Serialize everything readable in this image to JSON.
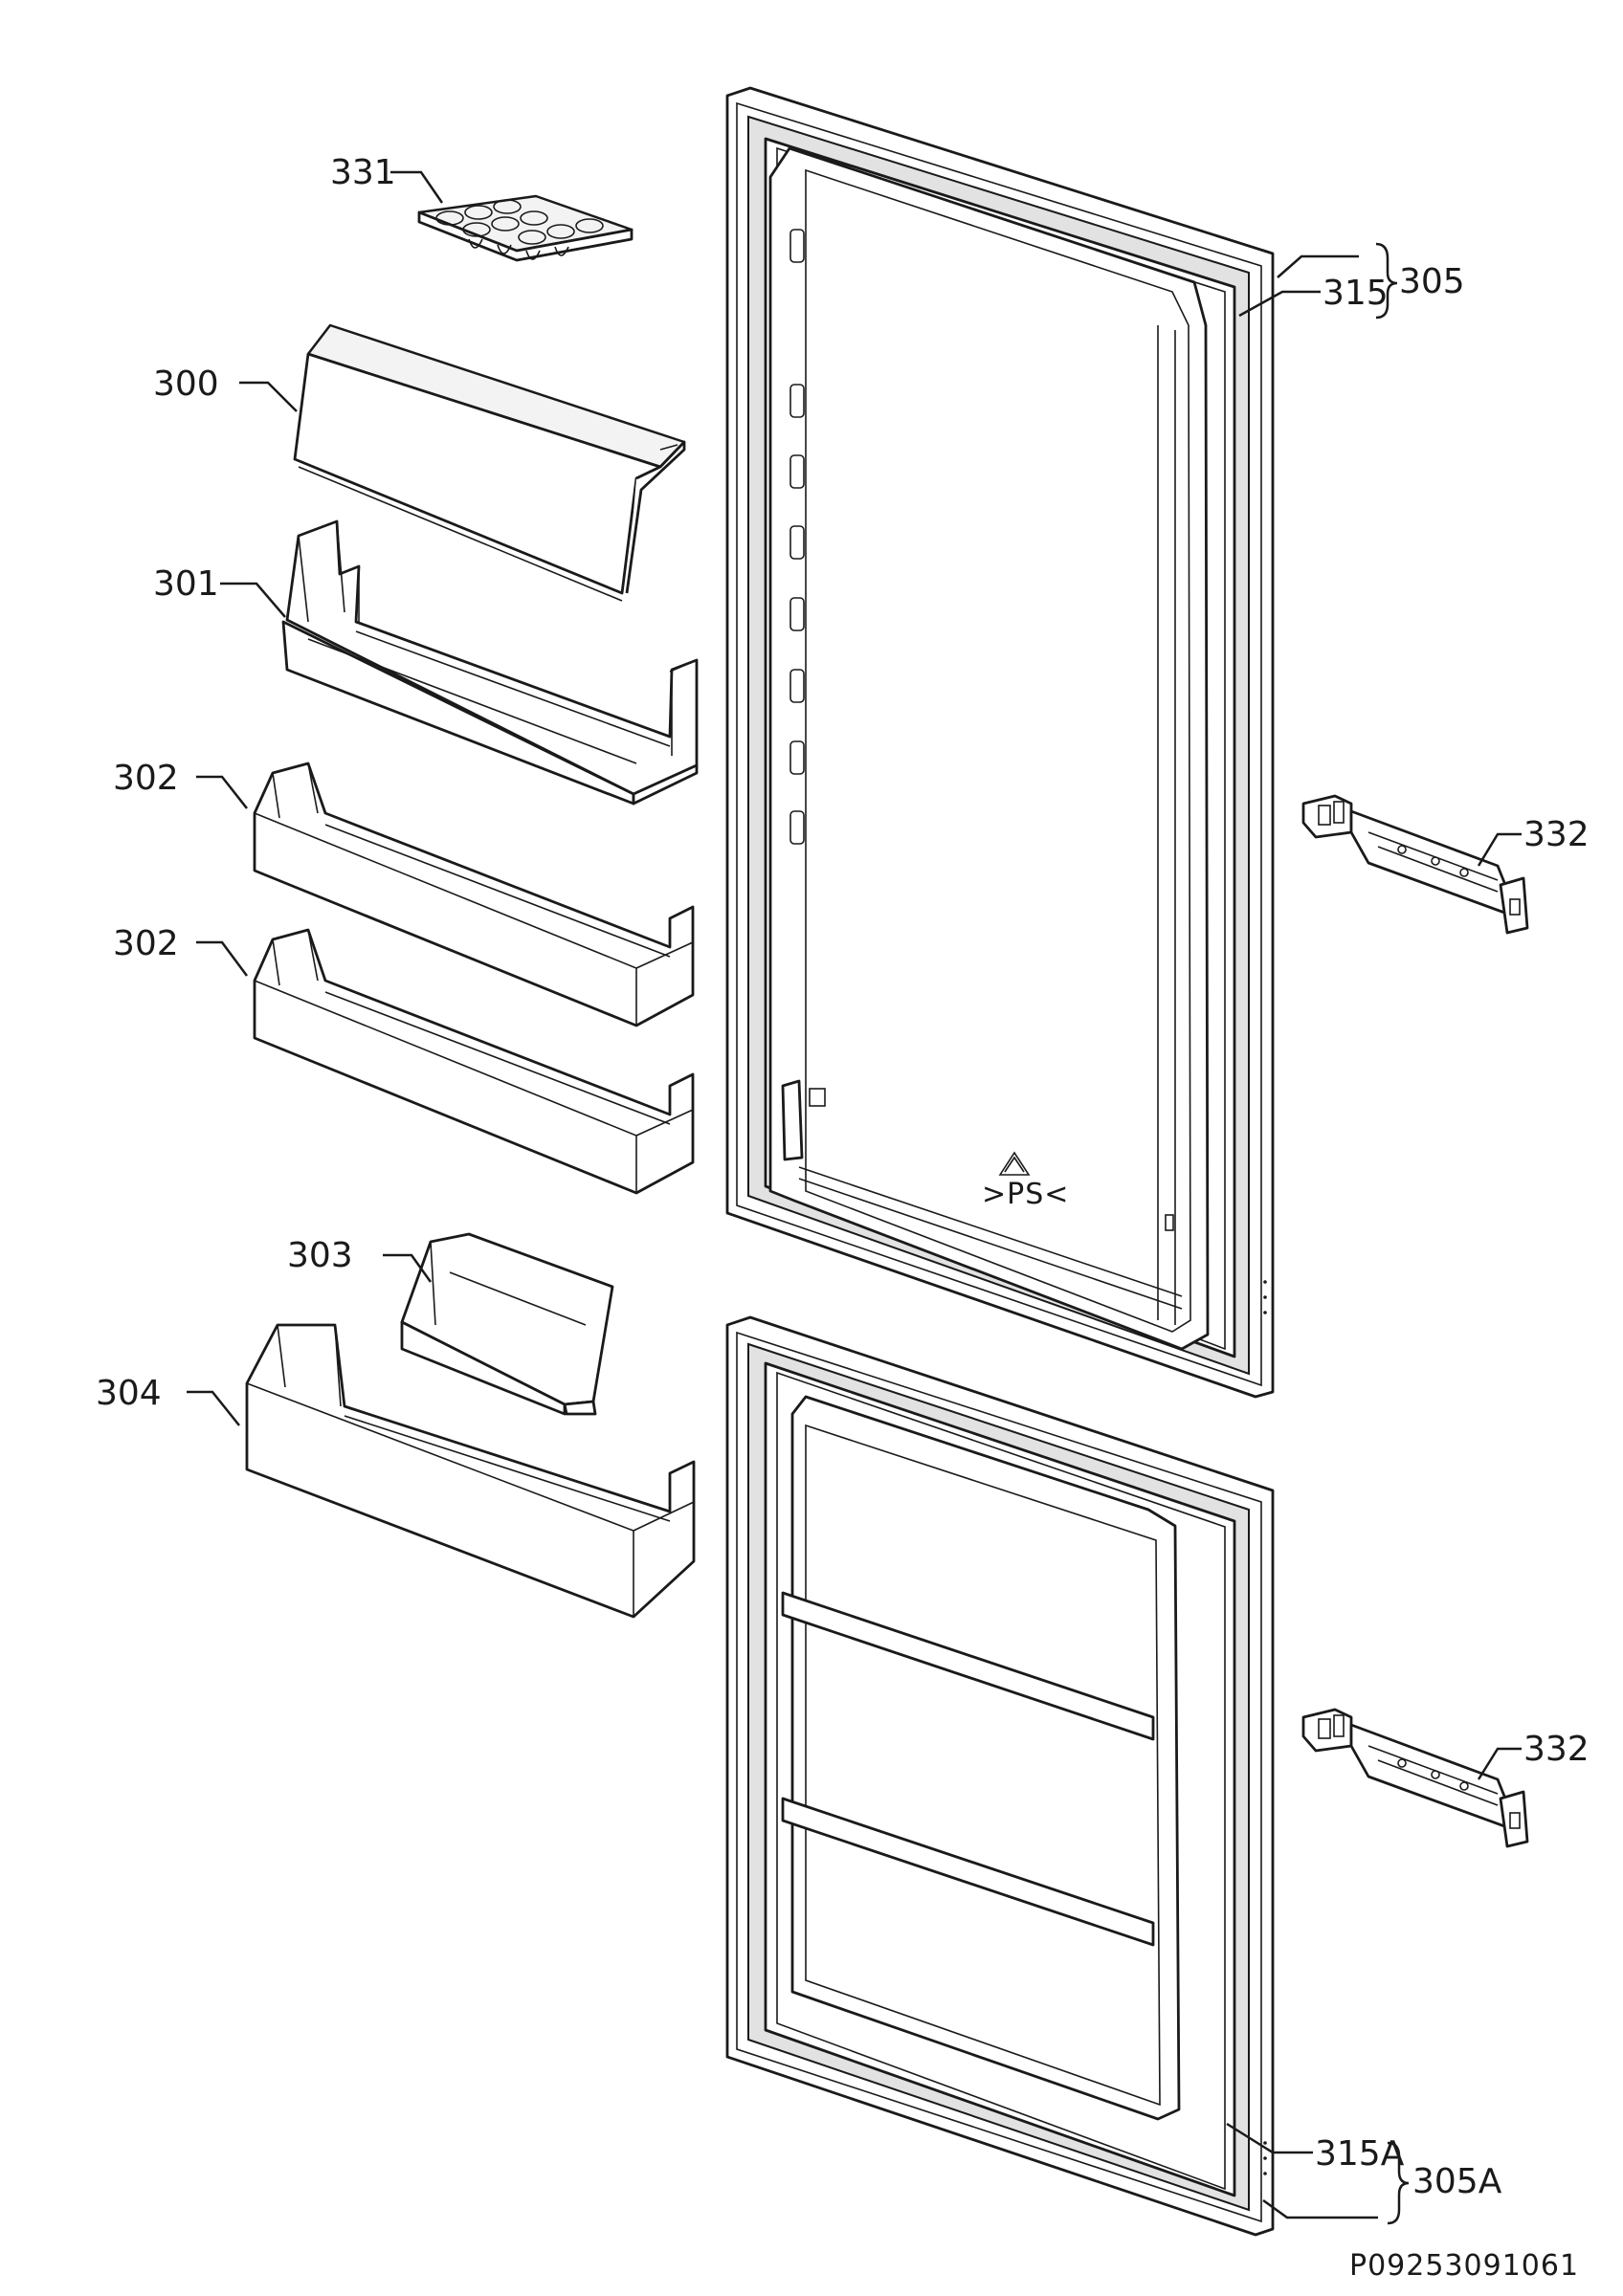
{
  "labels": {
    "p300": "300",
    "p301": "301",
    "p302a": "302",
    "p302b": "302",
    "p303": "303",
    "p304": "304",
    "p305": "305",
    "p305a": "305A",
    "p315": "315",
    "p315a": "315A",
    "p331": "331",
    "p332a": "332",
    "p332b": "332"
  },
  "recycle_mark": ">PS<",
  "document_number": "P09253091061"
}
